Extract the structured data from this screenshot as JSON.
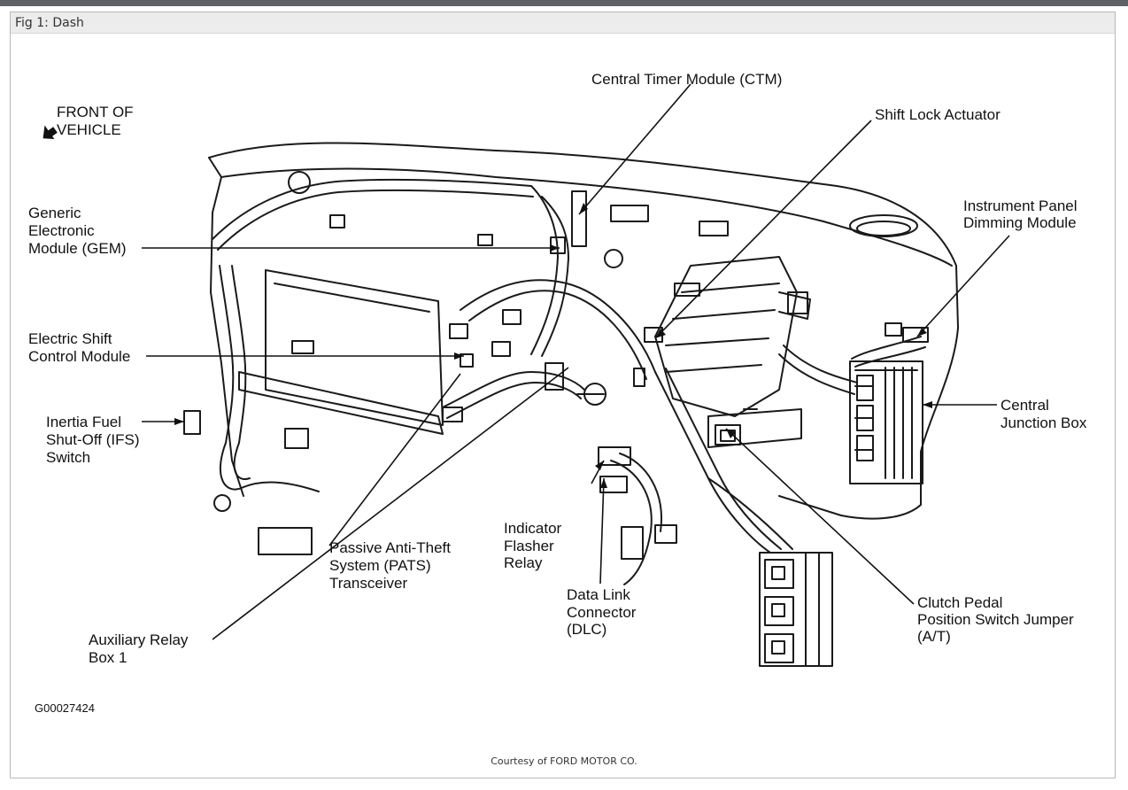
{
  "window": {
    "caption": "Fig 1: Dash"
  },
  "orientation": {
    "line1": "FRONT OF",
    "line2": "VEHICLE"
  },
  "labels": {
    "ctm": "Central Timer Module (CTM)",
    "shift_lock": "Shift Lock Actuator",
    "ipdm": [
      "Instrument Panel",
      "Dimming Module"
    ],
    "gem": [
      "Generic",
      "Electronic",
      "Module (GEM)"
    ],
    "escm": [
      "Electric Shift",
      "Control Module"
    ],
    "ifs": [
      "Inertia Fuel",
      "Shut-Off (IFS)",
      "Switch"
    ],
    "cjb": [
      "Central",
      "Junction Box"
    ],
    "pats": [
      "Passive Anti-Theft",
      "System (PATS)",
      "Transceiver"
    ],
    "flasher": [
      "Indicator",
      "Flasher",
      "Relay"
    ],
    "dlc": [
      "Data Link",
      "Connector",
      "(DLC)"
    ],
    "clutch": [
      "Clutch Pedal",
      "Position Switch Jumper",
      "(A/T)"
    ],
    "aux": [
      "Auxiliary Relay",
      "Box 1"
    ]
  },
  "figure_id": "G00027424",
  "credit": "Courtesy of FORD MOTOR CO."
}
